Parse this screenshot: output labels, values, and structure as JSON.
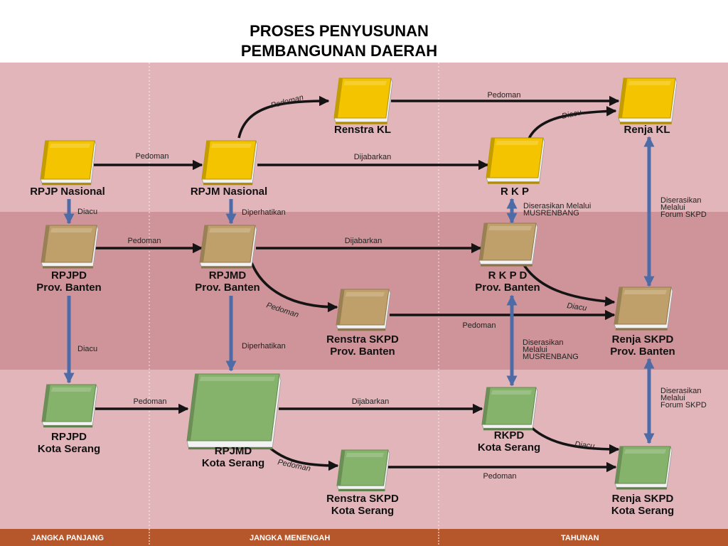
{
  "title": [
    "PROSES PENYUSUNAN",
    "PEMBANGUNAN DAERAH"
  ],
  "colors": {
    "band_top": "#e1b5b9",
    "band_mid": "#cf9499",
    "band_bottom": "#e1b5b9",
    "footer": "#b5562b",
    "arrow_dark": "#141414",
    "arrow_blue": "#4d6ba6",
    "book_yellow": "#f5c400",
    "book_tan": "#c0a06a",
    "book_green": "#86b36b"
  },
  "footer": [
    "JANGKA PANJANG",
    "JANGKA MENENGAH",
    "TAHUNAN"
  ],
  "books": [
    {
      "id": "renstra-kl",
      "color": "yellow",
      "lines": [
        "Renstra KL"
      ]
    },
    {
      "id": "renja-kl",
      "color": "yellow",
      "lines": [
        "Renja KL"
      ]
    },
    {
      "id": "rpjp-nasional",
      "color": "yellow",
      "lines": [
        "RPJP Nasional"
      ]
    },
    {
      "id": "rpjm-nasional",
      "color": "yellow",
      "lines": [
        "RPJM Nasional"
      ]
    },
    {
      "id": "rkp",
      "color": "yellow",
      "lines": [
        "R K P"
      ]
    },
    {
      "id": "rpjpd-prov",
      "color": "tan",
      "lines": [
        "RPJPD",
        "Prov. Banten"
      ]
    },
    {
      "id": "rpjmd-prov",
      "color": "tan",
      "lines": [
        "RPJMD",
        "Prov. Banten"
      ]
    },
    {
      "id": "rkpd-prov",
      "color": "tan",
      "lines": [
        "R K P D",
        "Prov. Banten"
      ]
    },
    {
      "id": "renstra-skpd-prov",
      "color": "tan",
      "lines": [
        "Renstra SKPD",
        "Prov. Banten"
      ]
    },
    {
      "id": "renja-skpd-prov",
      "color": "tan",
      "lines": [
        "Renja SKPD",
        "Prov. Banten"
      ]
    },
    {
      "id": "rpjpd-kota",
      "color": "green",
      "lines": [
        "RPJPD",
        "Kota Serang"
      ]
    },
    {
      "id": "rpjmd-kota",
      "color": "green",
      "lines": [
        "RPJMD",
        "Kota Serang"
      ]
    },
    {
      "id": "rkpd-kota",
      "color": "green",
      "lines": [
        "RKPD",
        "Kota Serang"
      ]
    },
    {
      "id": "renstra-skpd-kota",
      "color": "green",
      "lines": [
        "Renstra SKPD",
        "Kota Serang"
      ]
    },
    {
      "id": "renja-skpd-kota",
      "color": "green",
      "lines": [
        "Renja SKPD",
        "Kota Serang"
      ]
    }
  ],
  "edges": [
    {
      "from": "rpjp-nasional",
      "to": "rpjm-nasional",
      "style": "dark",
      "lines": [
        "Pedoman"
      ]
    },
    {
      "from": "rpjm-nasional",
      "to": "renstra-kl",
      "style": "dark",
      "lines": [
        "Pedoman"
      ]
    },
    {
      "from": "renstra-kl",
      "to": "renja-kl",
      "style": "dark",
      "lines": [
        "Pedoman"
      ]
    },
    {
      "from": "rpjm-nasional",
      "to": "rkp",
      "style": "dark",
      "lines": [
        "Dijabarkan"
      ]
    },
    {
      "from": "rkp",
      "to": "renja-kl",
      "style": "dark",
      "lines": [
        "Diacu"
      ]
    },
    {
      "from": "rpjp-nasional",
      "to": "rpjpd-prov",
      "style": "blue",
      "lines": [
        "Diacu"
      ]
    },
    {
      "from": "rpjm-nasional",
      "to": "rpjmd-prov",
      "style": "blue",
      "lines": [
        "Diperhatikan"
      ]
    },
    {
      "from": "rkp",
      "to": "rkpd-prov",
      "style": "blue-double",
      "lines": [
        "Diserasikan Melalui",
        "MUSRENBANG"
      ]
    },
    {
      "from": "renja-kl",
      "to": "renja-skpd-prov",
      "style": "blue-double",
      "lines": [
        "Diserasikan",
        "Melalui",
        "Forum SKPD"
      ]
    },
    {
      "from": "rpjpd-prov",
      "to": "rpjmd-prov",
      "style": "dark",
      "lines": [
        "Pedoman"
      ]
    },
    {
      "from": "rpjmd-prov",
      "to": "rkpd-prov",
      "style": "dark",
      "lines": [
        "Dijabarkan"
      ]
    },
    {
      "from": "rpjmd-prov",
      "to": "renstra-skpd-prov",
      "style": "dark",
      "lines": [
        "Pedoman"
      ]
    },
    {
      "from": "renstra-skpd-prov",
      "to": "renja-skpd-prov",
      "style": "dark",
      "lines": [
        "Pedoman"
      ]
    },
    {
      "from": "rkpd-prov",
      "to": "renja-skpd-prov",
      "style": "dark",
      "lines": [
        "Diacu"
      ]
    },
    {
      "from": "rpjpd-prov",
      "to": "rpjpd-kota",
      "style": "blue",
      "lines": [
        "Diacu"
      ]
    },
    {
      "from": "rpjmd-prov",
      "to": "rpjmd-kota",
      "style": "blue",
      "lines": [
        "Diperhatikan"
      ]
    },
    {
      "from": "rkpd-prov",
      "to": "rkpd-kota",
      "style": "blue-double",
      "lines": [
        "Diserasikan",
        "Melalui",
        "MUSRENBANG"
      ]
    },
    {
      "from": "renja-skpd-prov",
      "to": "renja-skpd-kota",
      "style": "blue-double",
      "lines": [
        "Diserasikan",
        "Melalui",
        "Forum SKPD"
      ]
    },
    {
      "from": "rpjpd-kota",
      "to": "rpjmd-kota",
      "style": "dark",
      "lines": [
        "Pedoman"
      ]
    },
    {
      "from": "rpjmd-kota",
      "to": "rkpd-kota",
      "style": "dark",
      "lines": [
        "Dijabarkan"
      ]
    },
    {
      "from": "rpjmd-kota",
      "to": "renstra-skpd-kota",
      "style": "dark",
      "lines": [
        "Pedoman"
      ]
    },
    {
      "from": "renstra-skpd-kota",
      "to": "renja-skpd-kota",
      "style": "dark",
      "lines": [
        "Pedoman"
      ]
    },
    {
      "from": "rkpd-kota",
      "to": "renja-skpd-kota",
      "style": "dark",
      "lines": [
        "Diacu"
      ]
    }
  ]
}
